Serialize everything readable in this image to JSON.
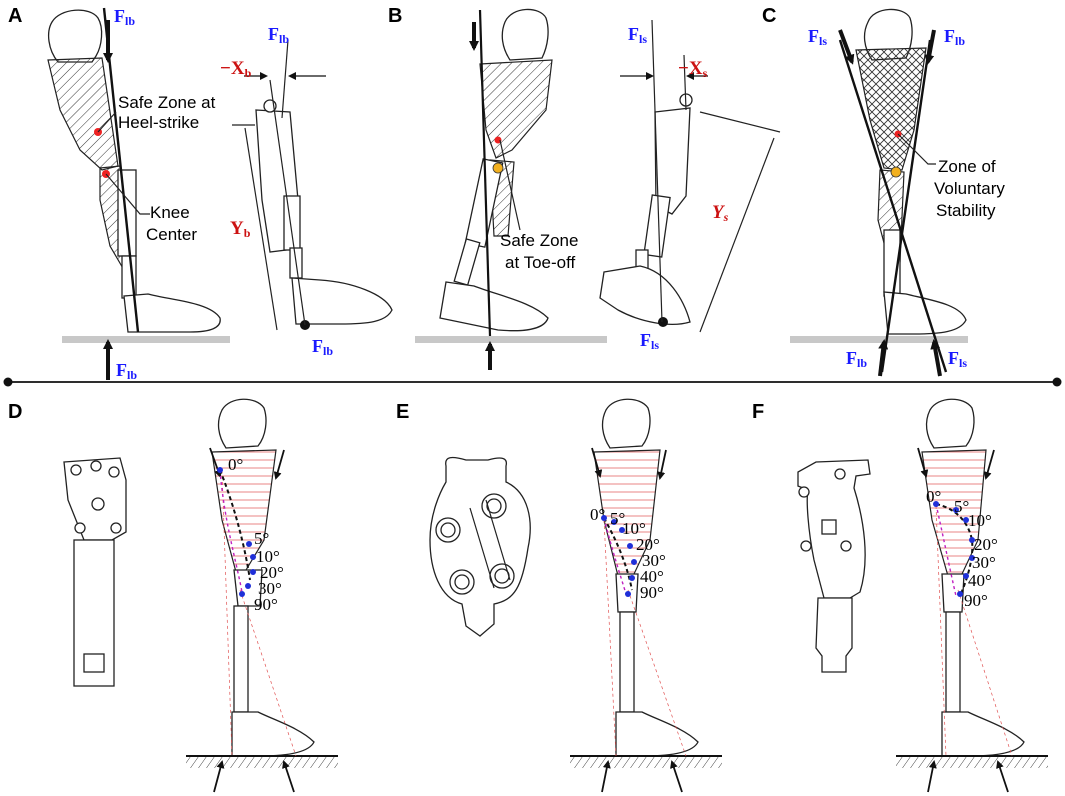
{
  "panels": {
    "A": {
      "label": "A",
      "safe_zone": [
        "Safe Zone at",
        "Heel-strike"
      ],
      "knee_center": [
        "Knee",
        "Center"
      ],
      "force_main": "F",
      "force_sub": "lb",
      "dim_x_main": "−X",
      "dim_x_sub": "b",
      "dim_y_main": "Y",
      "dim_y_sub": "b"
    },
    "B": {
      "label": "B",
      "safe_zone": [
        "Safe Zone",
        "at Toe-off"
      ],
      "force_main": "F",
      "force_sub": "ls",
      "dim_x_main": "−X",
      "dim_x_sub": "s",
      "dim_y_main": "Y",
      "dim_y_sub": "s"
    },
    "C": {
      "label": "C",
      "zone": [
        "Zone of",
        "Voluntary",
        "Stability"
      ],
      "force_b_main": "F",
      "force_b_sub": "lb",
      "force_s_main": "F",
      "force_s_sub": "ls"
    },
    "D": {
      "label": "D",
      "angles": [
        "0°",
        "5°",
        "10°",
        "20°",
        "30°",
        "90°"
      ]
    },
    "E": {
      "label": "E",
      "angles": [
        "0°",
        "5°",
        "10°",
        "20°",
        "30°",
        "40°",
        "90°"
      ]
    },
    "F": {
      "label": "F",
      "angles": [
        "0°",
        "5°",
        "10°",
        "20°",
        "30°",
        "40°",
        "90°"
      ]
    }
  },
  "colors": {
    "force_label": "#1a1aff",
    "dimension_label": "#cc1111",
    "zone_marker": "#ee2222",
    "knee_marker": "#f2b01e",
    "trajectory_point": "#1f2fd8",
    "trajectory_dash": "#c020c0"
  }
}
